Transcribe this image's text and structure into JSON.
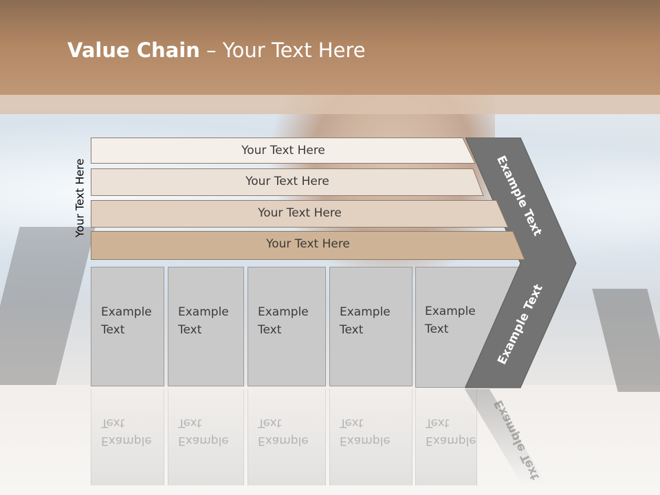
{
  "slide": {
    "title_bold": "Value Chain",
    "title_rest": " – Your Text Here"
  },
  "side_label": "Your Text Here",
  "rows": [
    {
      "label": "Your Text Here",
      "color": "#f5efea"
    },
    {
      "label": "Your Text Here",
      "color": "#ece1d7"
    },
    {
      "label": "Your Text Here",
      "color": "#e2d0c0"
    },
    {
      "label": "Your Text Here",
      "color": "#cfb396"
    }
  ],
  "boxes": [
    {
      "line1": "Example",
      "line2": "Text"
    },
    {
      "line1": "Example",
      "line2": "Text"
    },
    {
      "line1": "Example",
      "line2": "Text"
    },
    {
      "line1": "Example",
      "line2": "Text"
    },
    {
      "line1": "Example",
      "line2": "Text"
    }
  ],
  "chevron": {
    "top_label": "Example Text",
    "bottom_label": "Example Text",
    "color": "#737373"
  }
}
